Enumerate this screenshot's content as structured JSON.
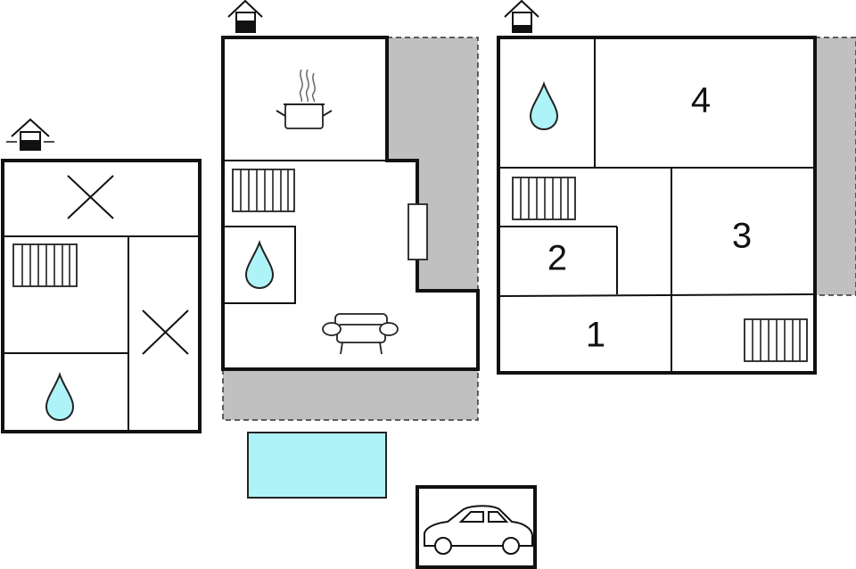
{
  "rooms": {
    "bedroom_1": "1",
    "bedroom_2": "2",
    "bedroom_3": "3",
    "bedroom_4": "4"
  },
  "icons": [
    "level-entrance-icon",
    "cross-icon",
    "radiator-icon",
    "bathroom-drop-icon",
    "kitchen-pot-icon",
    "sofa-icon",
    "car-icon"
  ],
  "colors": {
    "wall": "#111111",
    "terrace": "#c0c0c0",
    "water": "#aef3f7"
  }
}
